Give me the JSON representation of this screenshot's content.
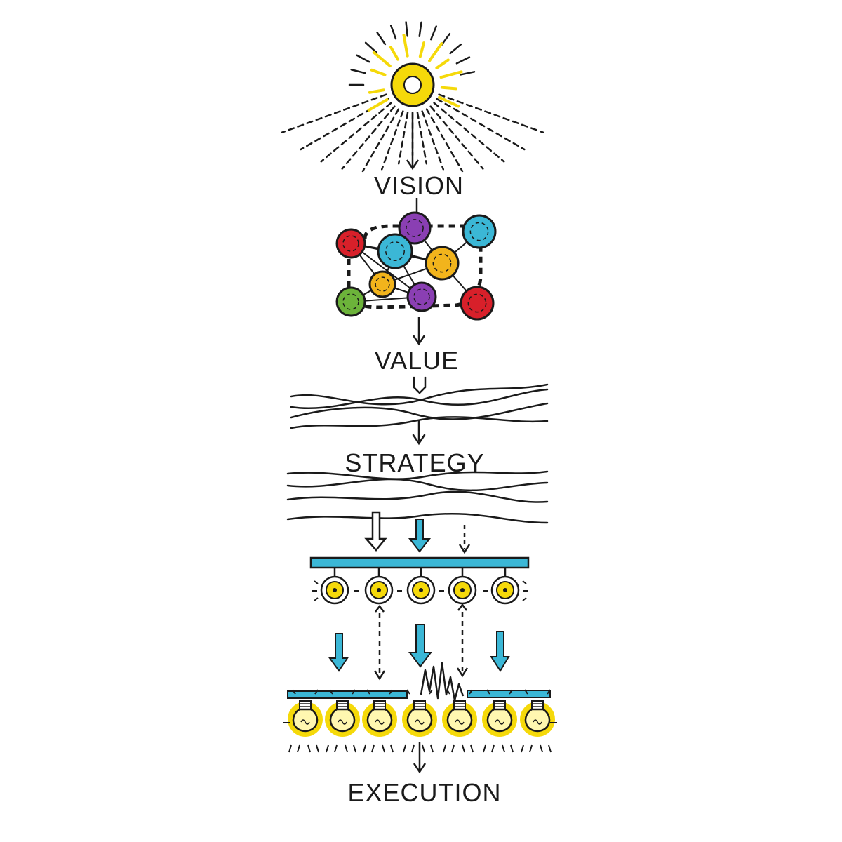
{
  "stages": {
    "vision": "VISION",
    "value": "VALUE",
    "strategy": "STRATEGY",
    "execution": "EXECUTION"
  },
  "icons": {
    "top": "sun-icon",
    "value": "network-graph-icon",
    "strategy": "wavy-lines-icon",
    "initiatives": "node-bar-icon",
    "execution": "lightbulb-row-icon"
  },
  "colors": {
    "ink": "#1a1a1a",
    "sun": "#f5d90a",
    "accent": "#3bb7d6",
    "red": "#d8202a",
    "purple": "#8a3fb3",
    "cyan": "#3bb7d6",
    "orange": "#f2b41c",
    "green": "#6cb33a"
  }
}
